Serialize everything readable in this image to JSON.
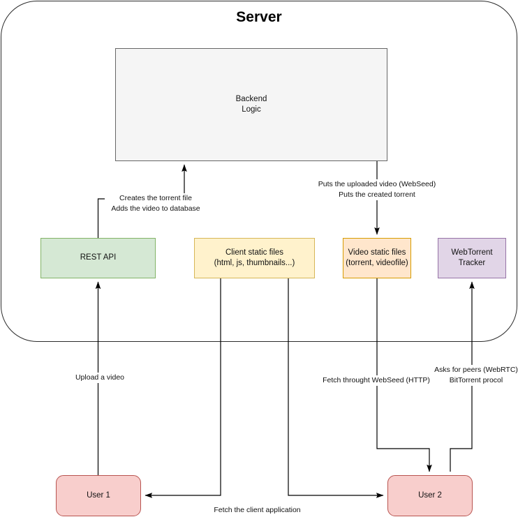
{
  "diagram": {
    "title": "Server",
    "boundary_name": "server-boundary",
    "colors": {
      "backend_fill": "#f5f5f5",
      "backend_stroke": "#666666",
      "rest_api_fill": "#d5e8d4",
      "rest_api_stroke": "#82b366",
      "client_static_fill": "#fff2cc",
      "client_static_stroke": "#d6b656",
      "video_static_fill": "#ffe6cc",
      "video_static_stroke": "#d79b00",
      "webtorrent_fill": "#e1d5e7",
      "webtorrent_stroke": "#9673a6",
      "user_fill": "#f8cecc",
      "user_stroke": "#b85450",
      "edge_stroke": "#000000"
    },
    "nodes": [
      {
        "id": "backend",
        "label": "Backend\nLogic"
      },
      {
        "id": "rest-api",
        "label": "REST API"
      },
      {
        "id": "client-static",
        "label": "Client static files\n(html, js, thumbnails...)"
      },
      {
        "id": "video-static",
        "label": "Video static files\n(torrent, videofile)"
      },
      {
        "id": "webtorrent",
        "label": "WebTorrent\nTracker"
      },
      {
        "id": "user-1",
        "label": "User 1"
      },
      {
        "id": "user-2",
        "label": "User 2"
      }
    ],
    "edge_labels": [
      {
        "id": "creates-torrent",
        "text": "Creates the torrent file\nAdds the video to database"
      },
      {
        "id": "puts-video",
        "text": "Puts the uploaded video (WebSeed)\nPuts the created torrent"
      },
      {
        "id": "upload-video",
        "text": "Upload a video"
      },
      {
        "id": "fetch-webseed",
        "text": "Fetch throught WebSeed (HTTP)"
      },
      {
        "id": "asks-for-peers",
        "text": "Asks for peers (WebRTC)\nBitTorrent procol"
      },
      {
        "id": "fetch-client-app",
        "text": "Fetch the client application"
      }
    ]
  }
}
